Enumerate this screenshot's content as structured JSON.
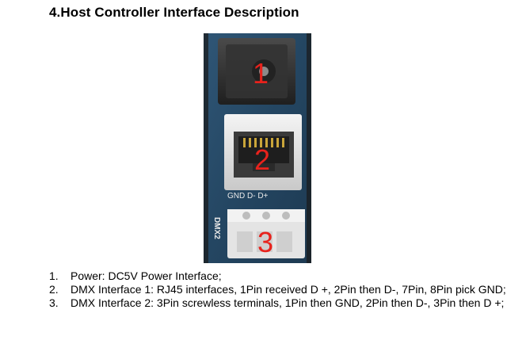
{
  "title": "4.Host Controller Interface Description",
  "photo": {
    "callouts": [
      "1",
      "2",
      "3"
    ],
    "silkscreen": {
      "pins": "GND D- D+",
      "port": "DMX2"
    },
    "colors": {
      "pcb": "#2a4a66",
      "callout": "#e8221c"
    }
  },
  "items": [
    {
      "num": "1.",
      "text": "Power: DC5V Power Interface;"
    },
    {
      "num": "2.",
      "text": "DMX Interface 1: RJ45 interfaces, 1Pin received D +, 2Pin then D-, 7Pin, 8Pin pick GND;"
    },
    {
      "num": "3.",
      "text": "DMX Interface 2: 3Pin screwless terminals, 1Pin then GND, 2Pin then D-, 3Pin then D +;"
    }
  ]
}
